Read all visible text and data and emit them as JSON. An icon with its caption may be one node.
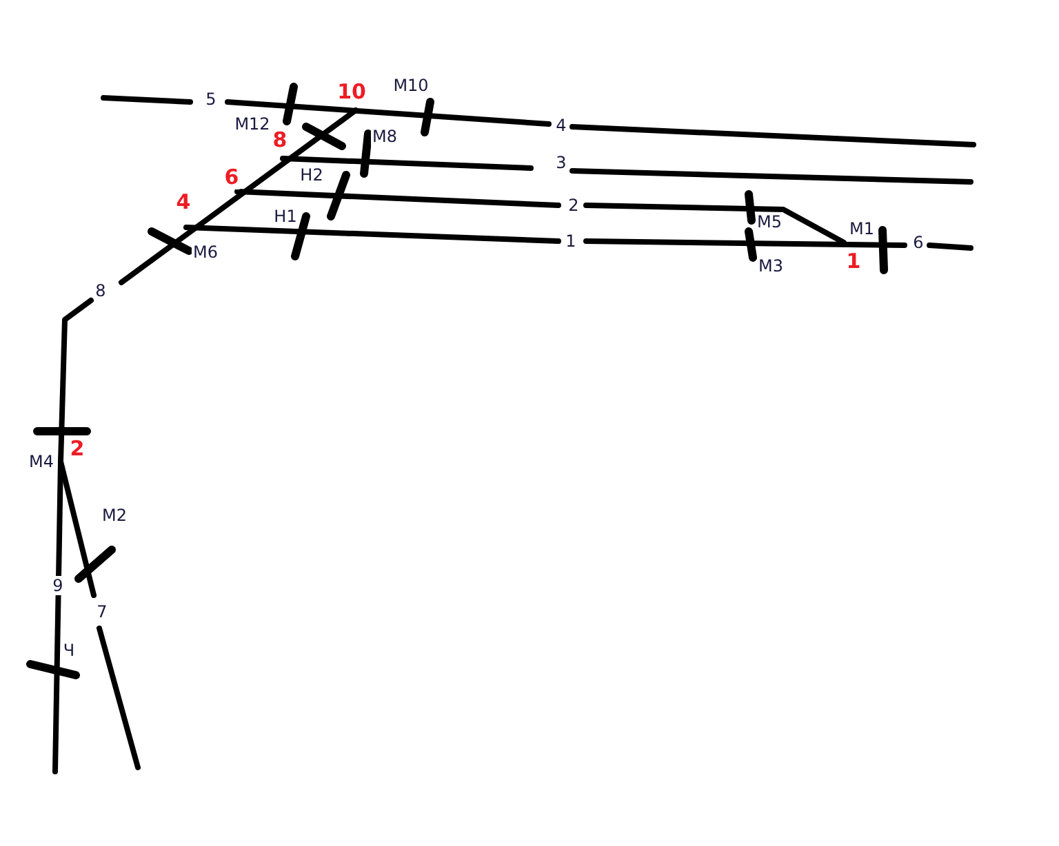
{
  "diagram": {
    "labels": [
      "10",
      "М10",
      "5",
      "М12",
      "4",
      "8",
      "М8",
      "3",
      "Н2",
      "6",
      "4",
      "2",
      "Н1",
      "М5",
      "М1",
      "1",
      "6",
      "М6",
      "М3",
      "1",
      "8",
      "2",
      "М4",
      "М2",
      "9",
      "7",
      "Ч"
    ]
  }
}
